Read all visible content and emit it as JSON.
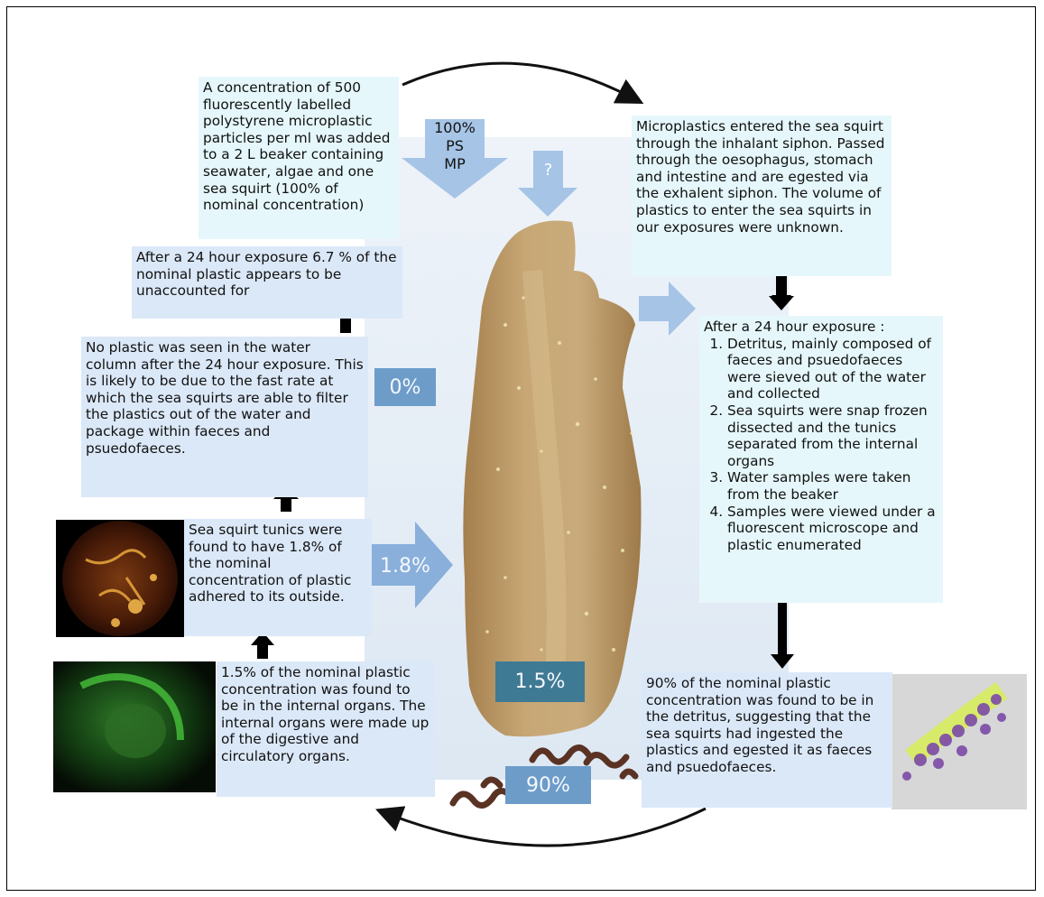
{
  "boxes": {
    "intro": "A concentration of 500 fluorescently labelled polystyrene microplastic particles per ml was added to a 2 L beaker containing seawater, algae and one sea squirt (100% of nominal concentration)",
    "unaccounted": "After a 24 hour exposure 6.7 % of the nominal plastic appears to be unaccounted for",
    "water_column": "No plastic was seen in the water column after the 24 hour exposure. This is likely to be due to the fast rate at which the sea squirts are able to filter the plastics out of the water and package within faeces and psuedofaeces.",
    "tunics": "Sea squirt tunics were found to have 1.8% of the nominal concentration of plastic adhered to its outside.",
    "internal": "1.5% of the nominal plastic concentration was found to be in the internal organs. The internal organs were made up of the digestive and circulatory organs.",
    "entry": "Microplastics entered the sea squirt through the inhalant siphon. Passed through the oesophagus, stomach and intestine and are egested via the exhalent siphon. The volume of plastics to enter the sea squirts in our exposures were unknown.",
    "detritus": "90% of the nominal plastic concentration was found to be in the detritus, suggesting that the sea squirts had ingested the plastics and egested it as faeces and psuedofaeces."
  },
  "method": {
    "heading": "After a 24 hour exposure :",
    "steps": [
      "Detritus, mainly composed of faeces and psuedofaeces were sieved out of the water and collected",
      "Sea squirts were snap frozen dissected and the tunics separated from the internal organs",
      "Water samples were taken from the beaker",
      "Samples were viewed under a fluorescent microscope and plastic enumerated"
    ]
  },
  "arrow_labels": {
    "input_line1": "100%",
    "input_line2": "PS",
    "input_line3": "MP",
    "unknown": "?"
  },
  "percentages": {
    "water": "0%",
    "tunic": "1.8%",
    "internal": "1.5%",
    "detritus": "90%"
  },
  "colors": {
    "blue_box": "#dbe8f8",
    "cyan_box": "#e5f7fb",
    "arrow_fill": "#9dbfe3",
    "pct_fill": "#6d9cc9"
  }
}
